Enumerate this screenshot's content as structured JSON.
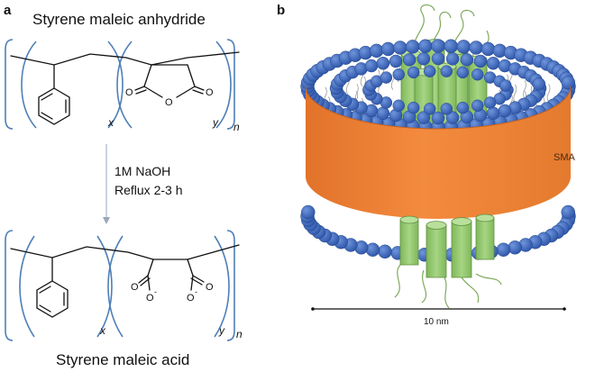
{
  "panel_a": {
    "label": "a",
    "top_title": "Styrene maleic anhydride",
    "bottom_title": "Styrene maleic acid",
    "reaction_line1": "1M NaOH",
    "reaction_line2": "Reflux 2-3 h",
    "sub_x": "x",
    "sub_y": "y",
    "sub_n": "n",
    "oxygen": "O",
    "charge": "-"
  },
  "panel_b": {
    "label": "b",
    "ring_label": "SMA",
    "scale_label": "10 nm"
  },
  "colors": {
    "bracket": "#4f7fb8",
    "sma_band": "#f0853a",
    "lipid_head": "#3a68c2",
    "helix": "#8fc56a"
  }
}
